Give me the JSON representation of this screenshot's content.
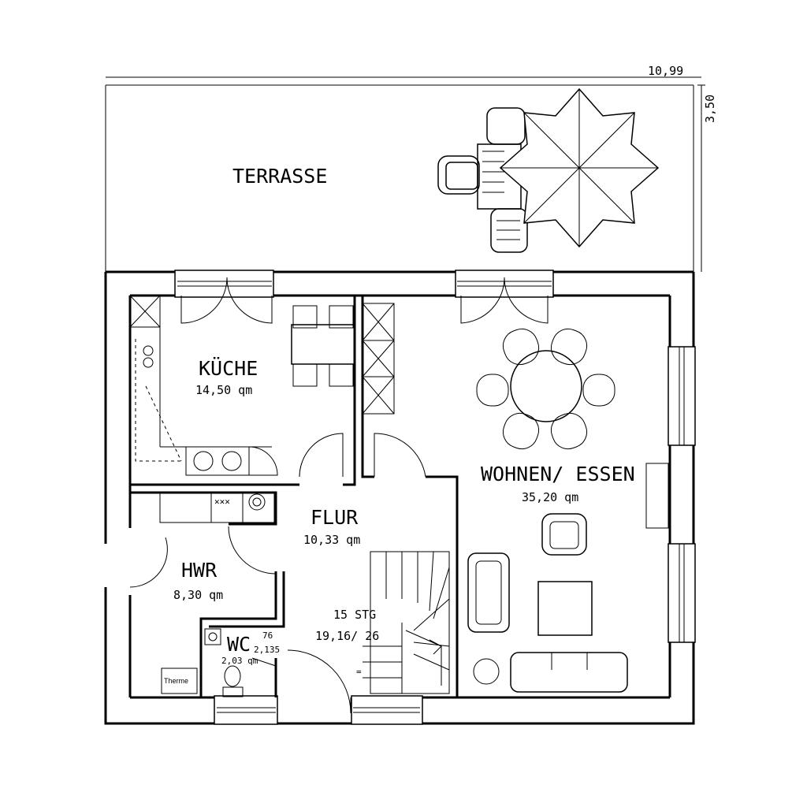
{
  "dimensions": {
    "width": "10,99",
    "height": "3,50"
  },
  "rooms": {
    "terrace": {
      "name": "TERRASSE"
    },
    "kitchen": {
      "name": "KÜCHE",
      "area": "14,50 qm"
    },
    "living": {
      "name": "WOHNEN/ ESSEN",
      "area": "35,20 qm"
    },
    "hall": {
      "name": "FLUR",
      "area": "10,33 qm"
    },
    "utility": {
      "name": "HWR",
      "area": "8,30 qm"
    },
    "wc": {
      "name": "WC",
      "area": "2,03 qm",
      "dim_a": "76",
      "dim_b": "2,135"
    }
  },
  "stairs": {
    "steps": "15 STG",
    "ratio": "19,16/ 26"
  },
  "fixtures": {
    "boiler": "Therme"
  }
}
